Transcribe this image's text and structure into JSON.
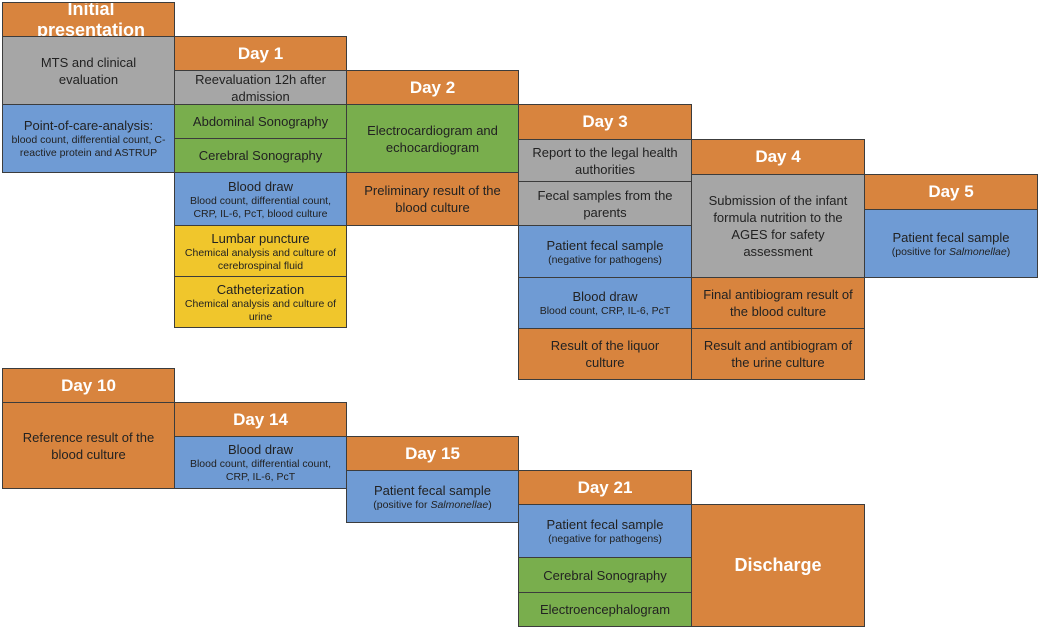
{
  "initial": {
    "header": "Initial presentation",
    "mts": "MTS and clinical evaluation",
    "poc_title": "Point-of-care-analysis:",
    "poc_sub": "blood count, differential count, C-reactive protein and ASTRUP"
  },
  "day1": {
    "header": "Day 1",
    "reevaluation": "Reevaluation 12h after admission",
    "abdominal": "Abdominal Sonography",
    "cerebral": "Cerebral Sonography",
    "blood_title": "Blood draw",
    "blood_sub": "Blood count, differential count, CRP, IL-6, PcT, blood culture",
    "lumbar_title": "Lumbar puncture",
    "lumbar_sub": "Chemical analysis and culture of cerebrospinal fluid",
    "cath_title": "Catheterization",
    "cath_sub": "Chemical analysis and culture of urine"
  },
  "day2": {
    "header": "Day 2",
    "ecg": "Electrocardiogram and echocardiogram",
    "prelim": "Preliminary result of the blood culture"
  },
  "day3": {
    "header": "Day 3",
    "report": "Report to the legal health authorities",
    "fecal_parents": "Fecal samples from the parents",
    "patient_fecal_title": "Patient fecal sample",
    "patient_fecal_sub": "(negative for pathogens)",
    "blood_title": "Blood draw",
    "blood_sub": "Blood count, CRP, IL-6, PcT",
    "liquor": "Result of the liquor culture"
  },
  "day4": {
    "header": "Day 4",
    "submission": "Submission of the infant formula nutrition to the AGES for safety assessment",
    "antibiogram": "Final antibiogram result of the blood culture",
    "urine": "Result and antibiogram of the urine culture"
  },
  "day5": {
    "header": "Day 5",
    "fecal_title": "Patient fecal sample",
    "fecal_sub_pre": "(positive for ",
    "fecal_sub_em": "Salmonellae",
    "fecal_sub_post": ")"
  },
  "day10": {
    "header": "Day 10",
    "reference": "Reference result of the blood culture"
  },
  "day14": {
    "header": "Day 14",
    "blood_title": "Blood draw",
    "blood_sub": "Blood count, differential count, CRP, IL-6, PcT"
  },
  "day15": {
    "header": "Day 15",
    "fecal_title": "Patient fecal sample",
    "fecal_sub_pre": "(positive for ",
    "fecal_sub_em": "Salmonellae",
    "fecal_sub_post": ")"
  },
  "day21": {
    "header": "Day 21",
    "fecal_title": "Patient fecal sample",
    "fecal_sub": "(negative for pathogens)",
    "cerebral": "Cerebral Sonography",
    "eeg": "Electroencephalogram"
  },
  "discharge": "Discharge",
  "colors": {
    "header_orange": "#d8843e",
    "grey": "#a6a6a6",
    "green": "#79ae4d",
    "blue": "#6f9bd4",
    "yellow": "#f0c62c"
  }
}
